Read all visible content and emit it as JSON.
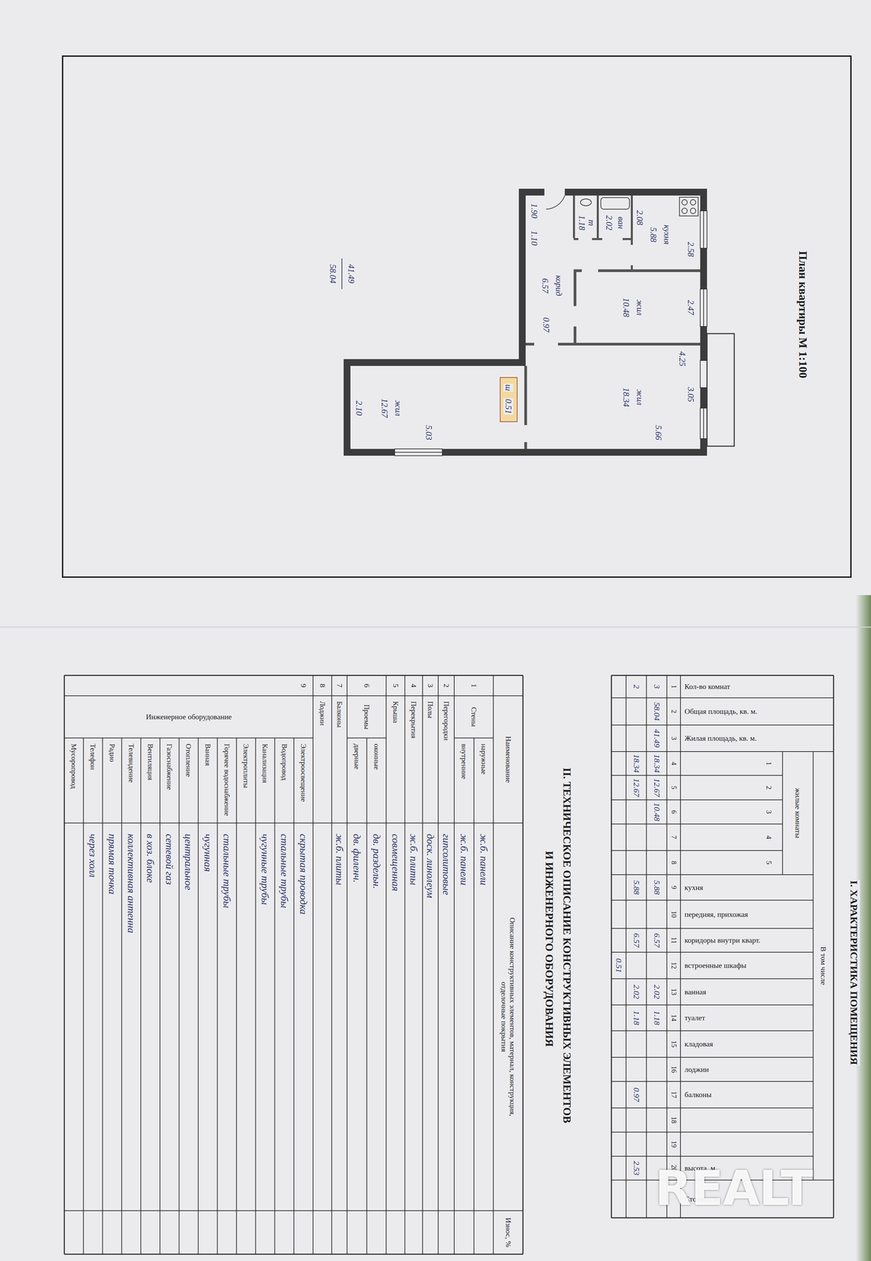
{
  "diagram": {
    "title": "План квартиры М 1:100",
    "labels": [
      "кухня",
      "5.88",
      "2.08",
      "2.58",
      "ван",
      "2.02",
      "т",
      "1.18",
      "корид",
      "6.57",
      "0.97",
      "жил",
      "10.48",
      "2.47",
      "4.25",
      "жил",
      "18.34",
      "3.05",
      "5.66",
      "жил",
      "12.67",
      "5.03",
      "2.10",
      "ш",
      "0.51",
      "1.90",
      "1.10",
      "41.49",
      "58.04",
      "I. ХАРАКТЕРИСТИКА ПОМЕЩЕНИЯ",
      "В том числе",
      "жилые комнаты",
      "Кол-во комнат",
      "Общая площадь, кв. м.",
      "Жилая площадь, кв. м.",
      "1",
      "2",
      "3",
      "4",
      "5",
      "кухня",
      "передняя, прихожая",
      "коридоры внутри кварт.",
      "встроенные шкафы",
      "ванная",
      "туалет",
      "кладовая",
      "лоджии",
      "балконы",
      "высота, м",
      "Стоимость",
      "1",
      "2",
      "3",
      "4",
      "5",
      "6",
      "7",
      "8",
      "9",
      "10",
      "11",
      "12",
      "13",
      "14",
      "15",
      "16",
      "17",
      "18",
      "19",
      "20",
      "3",
      "58.04",
      "41.49",
      "18.34",
      "12.67",
      "10.48",
      "5.88",
      "6.57",
      "2.02",
      "1.18",
      "2",
      "18.34",
      "12.67",
      "5.88",
      "6.57",
      "2.02",
      "1.18",
      "0.97",
      "2.53",
      "0.51",
      "II. ТЕХНИЧЕСКОЕ ОПИСАНИЕ КОНСТРУКТИВНЫХ ЭЛЕМЕНТОВ",
      "И ИНЖЕНЕРНОГО ОБОРУДОВАНИЯ",
      "Наименование",
      "Описание конструктивных элементов, материал, конструкция, отделочные покрытия",
      "Износ, %",
      "1",
      "2",
      "3",
      "4",
      "5",
      "6",
      "7",
      "8",
      "9",
      "Стены",
      "Перегородки",
      "Полы",
      "Перекрытия",
      "Крыша",
      "Проемы",
      "Балконы",
      "Лоджии",
      "Инженерное оборудование",
      "наружные",
      "внутренние",
      "оконные",
      "дверные",
      "Электроосвещение",
      "Водопровод",
      "Канализация",
      "Электроплиты",
      "Горячее водоснабжение",
      "Ванная",
      "Отопление",
      "Газоснабжение",
      "Вентиляция",
      "Телевидение",
      "Радио",
      "Телефон",
      "Мусоропровод",
      "ж.б. панели",
      "ж.б. панели",
      "гипсолитовые",
      "доск. линолеум",
      "ж.б. плиты",
      "совмещенная",
      "дв. раздельн.",
      "дв. филенч.",
      "ж.б. плиты",
      "скрытая проводка",
      "стальные трубы",
      "чугунные трубы",
      "стальные трубы",
      "чугунная",
      "центральное",
      "сетевой газ",
      "в хоз. блоке",
      "коллективная антенна",
      "прямая точка",
      "через холл",
      "REALT"
    ]
  }
}
